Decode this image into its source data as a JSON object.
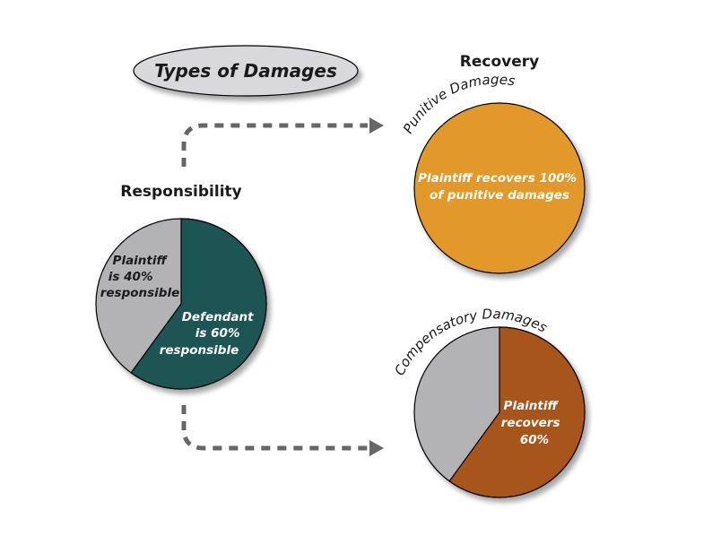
{
  "title": "Types of Damages",
  "headings": {
    "recovery": "Recovery",
    "responsibility": "Responsibility"
  },
  "arc_labels": {
    "punitive": "Punitive Damages",
    "compensatory": "Compensatory Damages"
  },
  "responsibility_pie": {
    "plaintiff_share": 0.4,
    "defendant_share": 0.6,
    "plaintiff_color": "#b3b3b5",
    "defendant_color": "#1f5552",
    "plaintiff_lines": [
      "Plaintiff",
      "is 40%",
      "responsible"
    ],
    "defendant_lines": [
      "Defendant",
      "is 60%",
      "responsible"
    ]
  },
  "punitive_pie": {
    "plaintiff_recovers": 1.0,
    "color": "#e3982a",
    "lines": [
      "Plaintiff recovers 100%",
      "of punitive damages"
    ]
  },
  "compensatory_pie": {
    "plaintiff_recovers": 0.6,
    "recovered_color": "#a8541f",
    "remainder_color": "#b3b3b5",
    "lines": [
      "Plaintiff",
      "recovers",
      "60%"
    ]
  },
  "colors": {
    "arrow": "#666666",
    "title_oval_fill": "#d9d9db",
    "outline": "#000000"
  }
}
